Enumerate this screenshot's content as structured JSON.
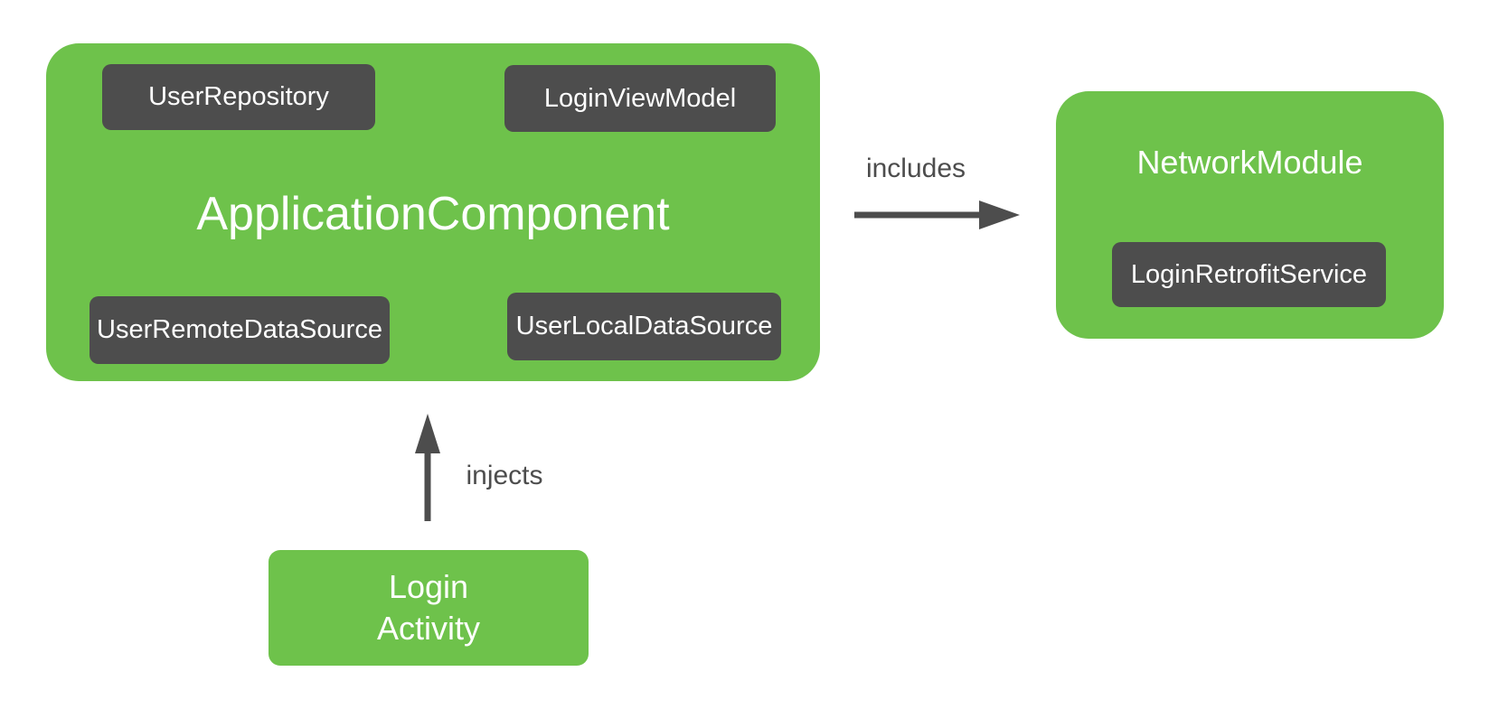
{
  "diagram": {
    "type": "dependency-graph",
    "application_component": {
      "title": "ApplicationComponent",
      "children": [
        "UserRepository",
        "LoginViewModel",
        "UserRemoteDataSource",
        "UserLocalDataSource"
      ]
    },
    "network_module": {
      "title": "NetworkModule",
      "children": [
        "LoginRetrofitService"
      ]
    },
    "login_activity": {
      "line1": "Login",
      "line2": "Activity"
    },
    "edges": [
      {
        "from": "ApplicationComponent",
        "to": "NetworkModule",
        "label": "includes",
        "direction": "right"
      },
      {
        "from": "LoginActivity",
        "to": "ApplicationComponent",
        "label": "injects",
        "direction": "up"
      }
    ],
    "colors": {
      "container_green": "#6EC24B",
      "inner_box_gray": "#4D4D4D",
      "arrow_gray": "#4D4D4D",
      "text_on_green": "#FFFFFF",
      "text_on_gray": "#FFFFFF",
      "background": "#FFFFFF"
    }
  }
}
